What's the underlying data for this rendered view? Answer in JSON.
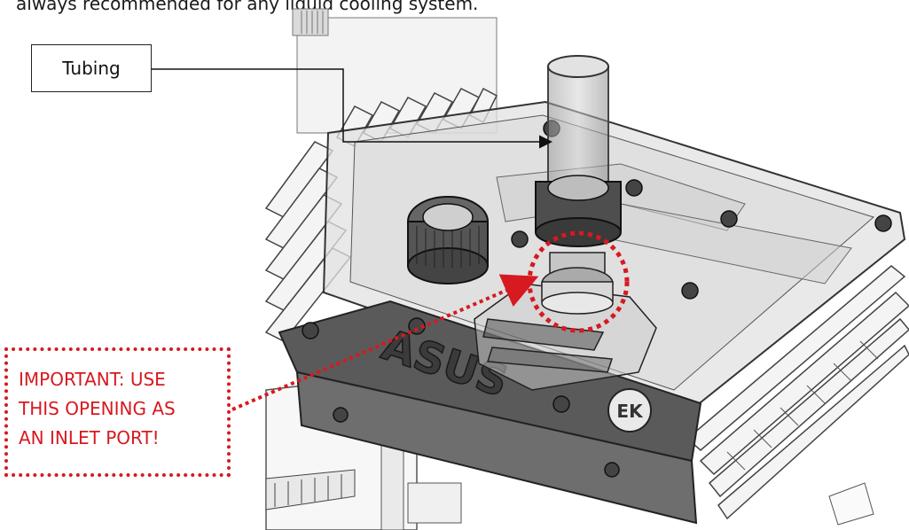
{
  "caption": {
    "text": "always recommended for any liquid cooling system."
  },
  "callout_tubing": {
    "label": "Tubing"
  },
  "callout_warning": {
    "lines": [
      "IMPORTANT: USE",
      "THIS OPENING AS",
      "AN INLET PORT!"
    ],
    "color": "#d71920"
  },
  "logo": {
    "brand_text": "ASUS",
    "badge_text": "EK"
  }
}
